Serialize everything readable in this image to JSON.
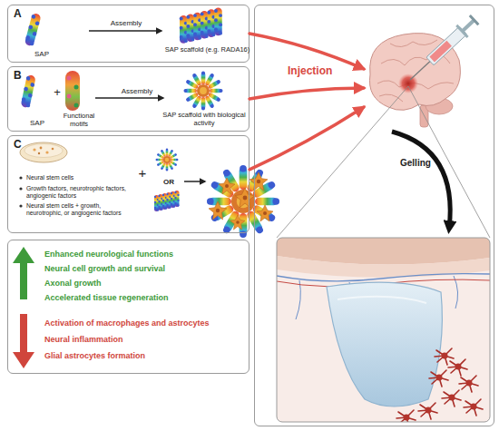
{
  "diagram": {
    "nodes": [
      {
        "text": [
          "A",
          "SAP",
          "Assembly",
          "SAP scaffold (e.g. RADA16)"
        ]
      },
      {
        "text": [
          "B",
          "SAP",
          "+",
          "Functional motifs",
          "Assembly",
          "SAP scaffold with biological activity"
        ]
      },
      {
        "text": [
          "C",
          "Neural stem cells",
          "Growth factors, neurotrophic factors, angiogenic factors",
          "Neural stem cells + growth, neurotrophic, or angiogenic factors",
          "+",
          "OR"
        ]
      },
      {
        "text": [
          "Gelling"
        ]
      },
      {
        "text": [
          "Injection"
        ],
        "in": 3
      },
      {
        "text": [
          "Enhanced neurological functions",
          "Neural cell growth and survival",
          "Axonal growth",
          "Accelerated tissue regeneration",
          "Activation of macrophages and astrocytes",
          "Neural inflammation",
          "Glial astrocytes formation"
        ]
      }
    ],
    "edges": [
      {
        "from": 0,
        "to": 4,
        "arrow": "to"
      },
      {
        "from": 1,
        "to": 4,
        "arrow": "to"
      },
      {
        "from": 2,
        "to": 4,
        "arrow": "to"
      }
    ]
  }
}
